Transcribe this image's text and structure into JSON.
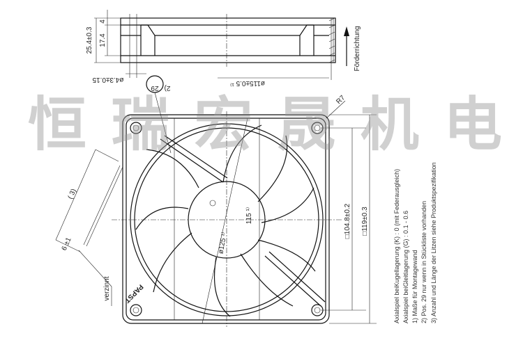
{
  "watermark": "恒瑞宏晟机电",
  "side_view": {
    "dim_height": "25.4±0.3",
    "dim_top": "4",
    "dim_inner": "17.4",
    "dim_hole": "ø4.3±0.15",
    "dim_diameter": "ø115±0.5 ¹⁾",
    "flow_label": "Förderrichtung"
  },
  "front_view": {
    "pos_number": "29",
    "pos_note": "2)",
    "radius": "R7",
    "dim_hole_pitch": "□104.8±0.2",
    "dim_outer": "□119±0.3",
    "dim_115": "115 ¹⁾",
    "dim_125": "ø125 ¹⁾",
    "lead_length": "( 3)",
    "lead_strip": "6 ±1",
    "lead_label": "verzinnt",
    "brand": "PAPST"
  },
  "notes": [
    "Axialspiel beiKugellagerung (K) :  0 (mit Federausgleich)",
    "Axialspiel beiGleitlagerung  (G) :  0.1 - 0.6",
    "1) Maße für Montagewand",
    "2) Pos. 29 nur wenn in Stückliste vorhanden",
    "3) Anzahl und Länge der Litzen siehe Produktspezifikation"
  ]
}
